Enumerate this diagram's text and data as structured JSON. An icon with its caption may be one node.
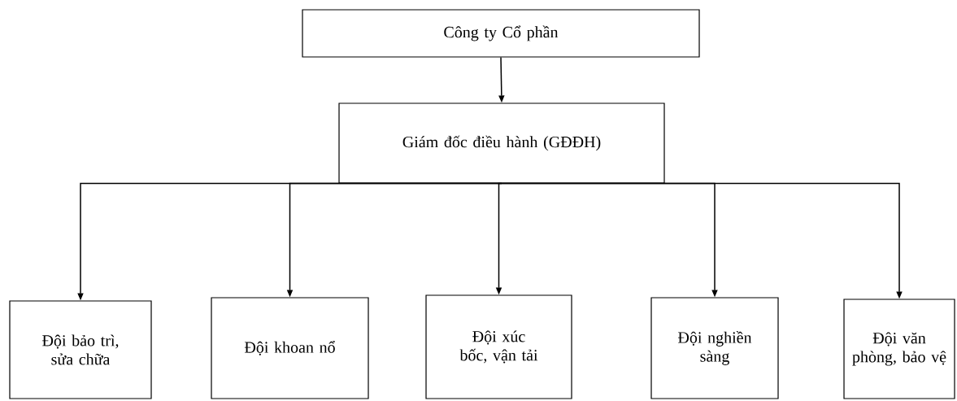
{
  "diagram": {
    "nodes": [
      {
        "text": [
          "Công ty Cổ phần"
        ]
      },
      {
        "text": [
          "Giám đốc điều hành (GĐĐH)"
        ]
      },
      {
        "text": [
          "Đội bảo trì, sửa chữa"
        ]
      },
      {
        "text": [
          "Đội khoan nổ"
        ]
      },
      {
        "text": [
          "Đội xúc bốc, vận tải"
        ]
      },
      {
        "text": [
          "Đội nghiền sàng"
        ]
      },
      {
        "text": [
          "Đội văn phòng, bảo vệ"
        ]
      }
    ],
    "edges": [
      {
        "from": 0,
        "to": 1,
        "arrow": "to"
      },
      {
        "from": 1,
        "to": 2,
        "arrow": "to"
      },
      {
        "from": 1,
        "to": 3,
        "arrow": "to"
      },
      {
        "from": 1,
        "to": 4,
        "arrow": "to"
      },
      {
        "from": 1,
        "to": 5,
        "arrow": "to"
      },
      {
        "from": 1,
        "to": 6,
        "arrow": "to"
      }
    ]
  }
}
